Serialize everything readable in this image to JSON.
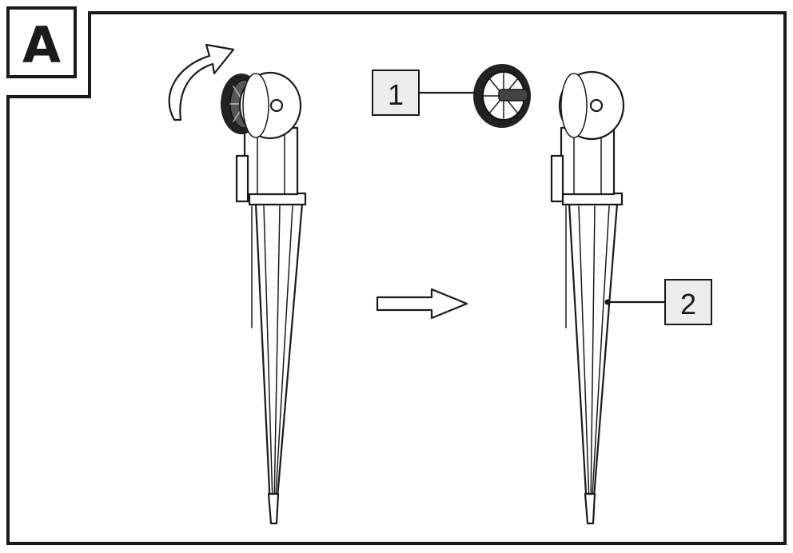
{
  "panel": {
    "letter": "A"
  },
  "callouts": [
    {
      "number": "1"
    },
    {
      "number": "2"
    }
  ],
  "colors": {
    "ink": "#1a1a1a",
    "label_fill": "#ececec",
    "background": "#ffffff"
  },
  "icons": {
    "rotate": "curved-arrow-icon",
    "next_step": "right-arrow-icon"
  }
}
